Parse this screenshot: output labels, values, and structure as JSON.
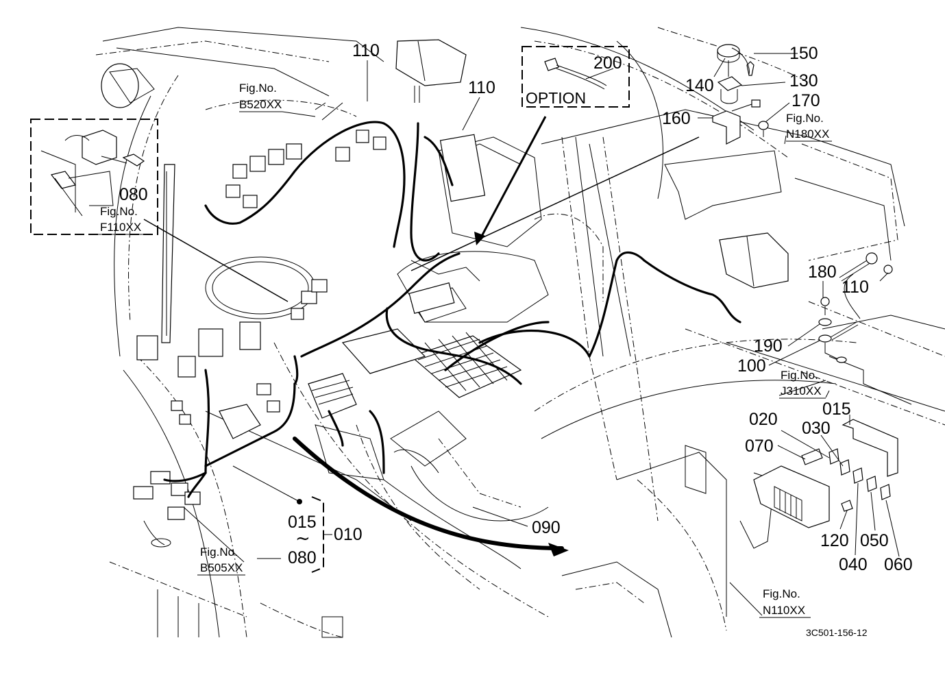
{
  "diagram": {
    "type": "exploded parts diagram - wiring harness",
    "drawing_code": "3C501-156-12",
    "option_label": "OPTION",
    "range_note": {
      "from": "015",
      "tilde": "~",
      "to": "080",
      "assembly": "010"
    },
    "callouts": {
      "p110_top": "110",
      "p110_mid": "110",
      "p110_right": "110",
      "p200": "200",
      "p150": "150",
      "p140": "140",
      "p130": "130",
      "p170": "170",
      "p160": "160",
      "p180": "180",
      "p190": "190",
      "p100": "100",
      "p080_inset": "080",
      "p015": "015",
      "p020": "020",
      "p030": "030",
      "p070": "070",
      "p120": "120",
      "p040": "040",
      "p050": "050",
      "p060": "060",
      "p090": "090"
    },
    "figure_refs": [
      {
        "prefix": "Fig.No.",
        "code": "B520XX"
      },
      {
        "prefix": "Fig.No.",
        "code": "N180XX"
      },
      {
        "prefix": "Fig.No.",
        "code": "F110XX"
      },
      {
        "prefix": "Fig.No.",
        "code": "J310XX"
      },
      {
        "prefix": "Fig.No.",
        "code": "B505XX"
      },
      {
        "prefix": "Fig.No.",
        "code": "N110XX"
      }
    ]
  }
}
